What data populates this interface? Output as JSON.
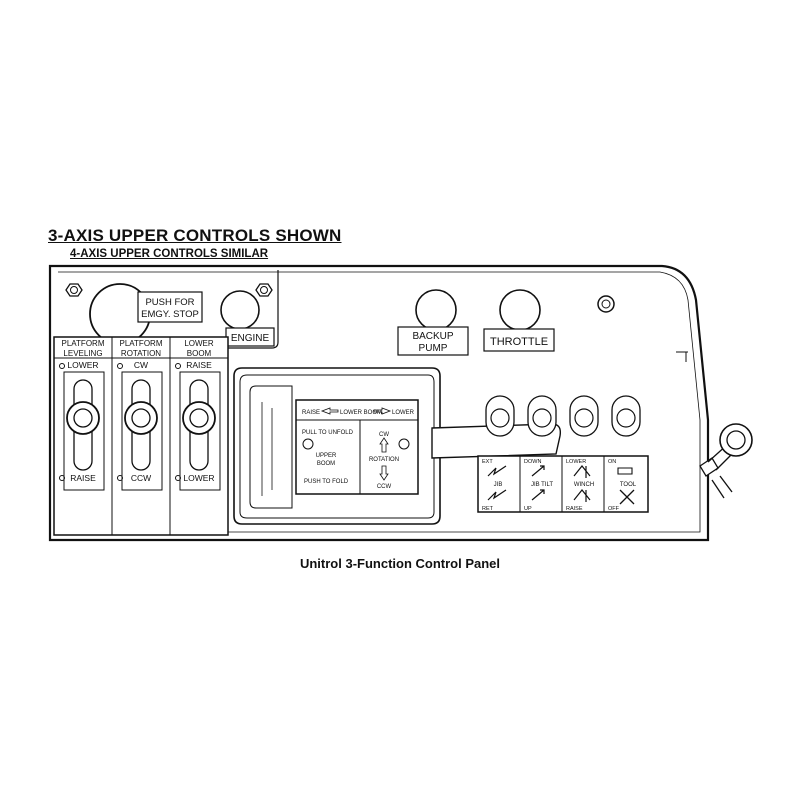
{
  "heading": "3-AXIS UPPER CONTROLS SHOWN",
  "subheading": "4-AXIS UPPER CONTROLS SIMILAR",
  "caption": "Unitrol 3-Function Control Panel",
  "emergency_stop": {
    "line1": "PUSH FOR",
    "line2": "EMGY. STOP"
  },
  "engine_label": "ENGINE",
  "backup_pump": {
    "line1": "BACKUP",
    "line2": "PUMP"
  },
  "throttle_label": "THROTTLE",
  "switches": [
    {
      "header1": "PLATFORM",
      "header2": "LEVELING",
      "top": "LOWER",
      "bottom": "RAISE"
    },
    {
      "header1": "PLATFORM",
      "header2": "ROTATION",
      "top": "CW",
      "bottom": "CCW"
    },
    {
      "header1": "LOWER",
      "header2": "BOOM",
      "top": "RAISE",
      "bottom": "LOWER"
    }
  ],
  "joystick_placard": {
    "raise": "RAISE",
    "lower_boom": "LOWER BOOM",
    "lower": "LOWER",
    "pull_to_unfold": "PULL TO UNFOLD",
    "upper_boom": "UPPER",
    "upper_boom2": "BOOM",
    "push_to_fold": "PUSH TO FOLD",
    "cw": "CW",
    "rotation": "ROTATION",
    "ccw": "CCW"
  },
  "function_decals": [
    {
      "top": "EXT",
      "middle": "JIB",
      "bottom": "RET"
    },
    {
      "top": "DOWN",
      "middle": "JIB TILT",
      "bottom": "UP"
    },
    {
      "top": "LOWER",
      "middle": "WINCH",
      "bottom": "RAISE"
    },
    {
      "top": "ON",
      "middle": "TOOL",
      "bottom": "OFF"
    }
  ]
}
